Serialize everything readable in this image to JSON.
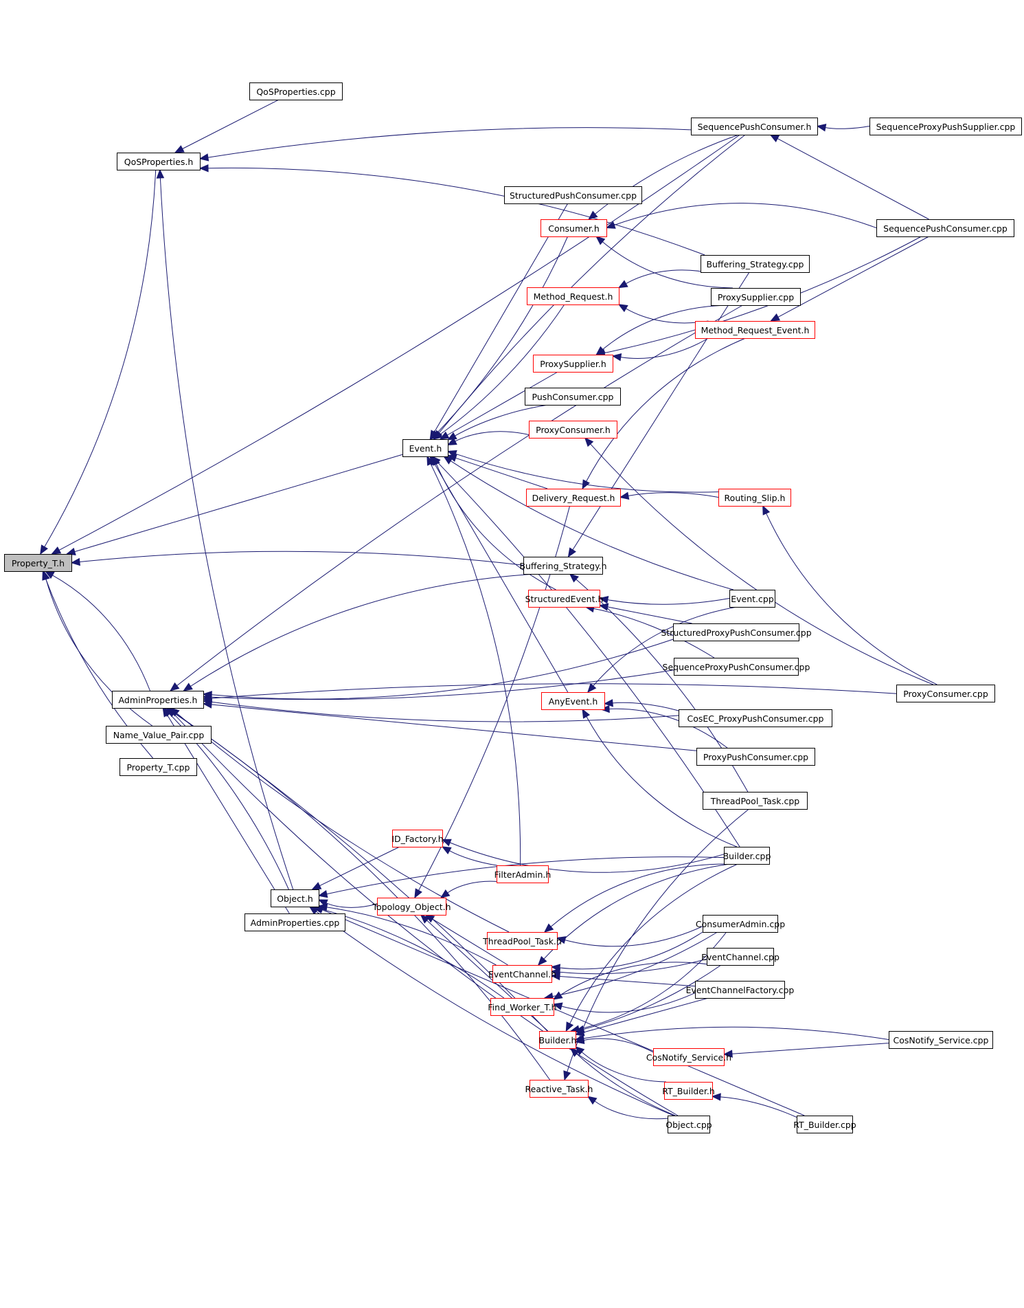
{
  "graph": {
    "title": "Property_T.h include dependency graph",
    "root": "Property_T.h",
    "colors": {
      "edge": "#191970",
      "root_fill": "#bfbfbf",
      "node_border": "#000000",
      "incomplete_border": "#ff0000"
    },
    "nodes": [
      {
        "id": "property_t_h",
        "label": "Property_T.h",
        "style": "root"
      },
      {
        "id": "qosproperties_cpp",
        "label": "QoSProperties.cpp",
        "style": "normal"
      },
      {
        "id": "qosproperties_h",
        "label": "QoSProperties.h",
        "style": "normal"
      },
      {
        "id": "sequencepushconsumer_h",
        "label": "SequencePushConsumer.h",
        "style": "normal"
      },
      {
        "id": "sequenceproxypushsupplier_cpp",
        "label": "SequenceProxyPushSupplier.cpp",
        "style": "normal"
      },
      {
        "id": "structuredpushconsumer_cpp",
        "label": "StructuredPushConsumer.cpp",
        "style": "normal"
      },
      {
        "id": "consumer_h",
        "label": "Consumer.h",
        "style": "red"
      },
      {
        "id": "sequencepushconsumer_cpp",
        "label": "SequencePushConsumer.cpp",
        "style": "normal"
      },
      {
        "id": "buffering_strategy_cpp",
        "label": "Buffering_Strategy.cpp",
        "style": "normal"
      },
      {
        "id": "method_request_h",
        "label": "Method_Request.h",
        "style": "red"
      },
      {
        "id": "proxysupplier_cpp",
        "label": "ProxySupplier.cpp",
        "style": "normal"
      },
      {
        "id": "method_request_event_h",
        "label": "Method_Request_Event.h",
        "style": "red"
      },
      {
        "id": "proxysupplier_h",
        "label": "ProxySupplier.h",
        "style": "red"
      },
      {
        "id": "pushconsumer_cpp",
        "label": "PushConsumer.cpp",
        "style": "normal"
      },
      {
        "id": "proxyconsumer_h",
        "label": "ProxyConsumer.h",
        "style": "red"
      },
      {
        "id": "event_h",
        "label": "Event.h",
        "style": "normal"
      },
      {
        "id": "delivery_request_h",
        "label": "Delivery_Request.h",
        "style": "red"
      },
      {
        "id": "routing_slip_h",
        "label": "Routing_Slip.h",
        "style": "red"
      },
      {
        "id": "buffering_strategy_h",
        "label": "Buffering_Strategy.h",
        "style": "normal"
      },
      {
        "id": "structuredevent_h",
        "label": "StructuredEvent.h",
        "style": "red"
      },
      {
        "id": "event_cpp",
        "label": "Event.cpp",
        "style": "normal"
      },
      {
        "id": "structuredproxypushconsumer_cpp",
        "label": "StructuredProxyPushConsumer.cpp",
        "style": "normal"
      },
      {
        "id": "sequenceproxypushconsumer_cpp",
        "label": "SequenceProxyPushConsumer.cpp",
        "style": "normal"
      },
      {
        "id": "proxyconsumer_cpp",
        "label": "ProxyConsumer.cpp",
        "style": "normal"
      },
      {
        "id": "adminproperties_h",
        "label": "AdminProperties.h",
        "style": "normal"
      },
      {
        "id": "anyevent_h",
        "label": "AnyEvent.h",
        "style": "red"
      },
      {
        "id": "cosec_proxypushconsumer_cpp",
        "label": "CosEC_ProxyPushConsumer.cpp",
        "style": "normal"
      },
      {
        "id": "name_value_pair_cpp",
        "label": "Name_Value_Pair.cpp",
        "style": "normal"
      },
      {
        "id": "proxypushconsumer_cpp",
        "label": "ProxyPushConsumer.cpp",
        "style": "normal"
      },
      {
        "id": "property_t_cpp",
        "label": "Property_T.cpp",
        "style": "normal"
      },
      {
        "id": "threadpool_task_cpp",
        "label": "ThreadPool_Task.cpp",
        "style": "normal"
      },
      {
        "id": "id_factory_h",
        "label": "ID_Factory.h",
        "style": "red"
      },
      {
        "id": "builder_cpp",
        "label": "Builder.cpp",
        "style": "normal"
      },
      {
        "id": "filteradmin_h",
        "label": "FilterAdmin.h",
        "style": "red"
      },
      {
        "id": "object_h",
        "label": "Object.h",
        "style": "normal"
      },
      {
        "id": "topology_object_h",
        "label": "Topology_Object.h",
        "style": "red"
      },
      {
        "id": "adminproperties_cpp",
        "label": "AdminProperties.cpp",
        "style": "normal"
      },
      {
        "id": "consumeradmin_cpp",
        "label": "ConsumerAdmin.cpp",
        "style": "normal"
      },
      {
        "id": "threadpool_task_h",
        "label": "ThreadPool_Task.h",
        "style": "red"
      },
      {
        "id": "eventchannel_cpp",
        "label": "EventChannel.cpp",
        "style": "normal"
      },
      {
        "id": "eventchannel_h",
        "label": "EventChannel.h",
        "style": "red"
      },
      {
        "id": "eventchannelfactory_cpp",
        "label": "EventChannelFactory.cpp",
        "style": "normal"
      },
      {
        "id": "find_worker_t_h",
        "label": "Find_Worker_T.h",
        "style": "red"
      },
      {
        "id": "builder_h",
        "label": "Builder.h",
        "style": "red"
      },
      {
        "id": "cosnotify_service_cpp",
        "label": "CosNotify_Service.cpp",
        "style": "normal"
      },
      {
        "id": "cosnotify_service_h",
        "label": "CosNotify_Service.h",
        "style": "red"
      },
      {
        "id": "rt_builder_h",
        "label": "RT_Builder.h",
        "style": "red"
      },
      {
        "id": "reactive_task_h",
        "label": "Reactive_Task.h",
        "style": "red"
      },
      {
        "id": "object_cpp",
        "label": "Object.cpp",
        "style": "normal"
      },
      {
        "id": "rt_builder_cpp",
        "label": "RT_Builder.cpp",
        "style": "normal"
      }
    ],
    "edges": [
      [
        "qosproperties_h",
        "property_t_h"
      ],
      [
        "sequencepushconsumer_h",
        "property_t_h"
      ],
      [
        "event_h",
        "property_t_h"
      ],
      [
        "buffering_strategy_h",
        "property_t_h"
      ],
      [
        "adminproperties_h",
        "property_t_h"
      ],
      [
        "name_value_pair_cpp",
        "property_t_h"
      ],
      [
        "property_t_cpp",
        "property_t_h"
      ],
      [
        "qosproperties_cpp",
        "qosproperties_h"
      ],
      [
        "sequencepushconsumer_h",
        "qosproperties_h"
      ],
      [
        "buffering_strategy_cpp",
        "qosproperties_h"
      ],
      [
        "object_h",
        "qosproperties_h"
      ],
      [
        "sequenceproxypushsupplier_cpp",
        "sequencepushconsumer_h"
      ],
      [
        "sequencepushconsumer_cpp",
        "sequencepushconsumer_h"
      ],
      [
        "sequencepushconsumer_h",
        "consumer_h"
      ],
      [
        "sequencepushconsumer_cpp",
        "consumer_h"
      ],
      [
        "proxysupplier_cpp",
        "consumer_h"
      ],
      [
        "consumer_h",
        "event_h"
      ],
      [
        "structuredpushconsumer_cpp",
        "event_h"
      ],
      [
        "sequencepushconsumer_h",
        "event_h"
      ],
      [
        "buffering_strategy_cpp",
        "method_request_h"
      ],
      [
        "method_request_event_h",
        "method_request_h"
      ],
      [
        "method_request_h",
        "event_h"
      ],
      [
        "sequencepushconsumer_cpp",
        "method_request_event_h"
      ],
      [
        "proxysupplier_cpp",
        "adminproperties_h"
      ],
      [
        "proxysupplier_cpp",
        "proxysupplier_h"
      ],
      [
        "method_request_event_h",
        "proxysupplier_h"
      ],
      [
        "sequencepushconsumer_cpp",
        "proxysupplier_h"
      ],
      [
        "proxysupplier_h",
        "event_h"
      ],
      [
        "pushconsumer_cpp",
        "event_h"
      ],
      [
        "proxyconsumer_h",
        "event_h"
      ],
      [
        "proxyconsumer_cpp",
        "proxyconsumer_h"
      ],
      [
        "routing_slip_h",
        "event_h"
      ],
      [
        "delivery_request_h",
        "event_h"
      ],
      [
        "routing_slip_h",
        "delivery_request_h"
      ],
      [
        "method_request_event_h",
        "delivery_request_h"
      ],
      [
        "proxyconsumer_cpp",
        "routing_slip_h"
      ],
      [
        "event_cpp",
        "event_h"
      ],
      [
        "buffering_strategy_cpp",
        "buffering_strategy_h"
      ],
      [
        "threadpool_task_cpp",
        "buffering_strategy_h"
      ],
      [
        "buffering_strategy_h",
        "adminproperties_h"
      ],
      [
        "structuredevent_h",
        "event_h"
      ],
      [
        "event_cpp",
        "structuredevent_h"
      ],
      [
        "structuredproxypushconsumer_cpp",
        "structuredevent_h"
      ],
      [
        "sequenceproxypushconsumer_cpp",
        "structuredevent_h"
      ],
      [
        "event_cpp",
        "anyevent_h"
      ],
      [
        "structuredproxypushconsumer_cpp",
        "adminproperties_h"
      ],
      [
        "sequenceproxypushconsumer_cpp",
        "adminproperties_h"
      ],
      [
        "anyevent_h",
        "event_h"
      ],
      [
        "cosec_proxypushconsumer_cpp",
        "anyevent_h"
      ],
      [
        "proxypushconsumer_cpp",
        "anyevent_h"
      ],
      [
        "builder_cpp",
        "anyevent_h"
      ],
      [
        "cosec_proxypushconsumer_cpp",
        "adminproperties_h"
      ],
      [
        "proxypushconsumer_cpp",
        "adminproperties_h"
      ],
      [
        "builder_cpp",
        "event_h"
      ],
      [
        "filteradmin_h",
        "event_h"
      ],
      [
        "builder_cpp",
        "id_factory_h"
      ],
      [
        "filteradmin_h",
        "id_factory_h"
      ],
      [
        "id_factory_h",
        "object_h"
      ],
      [
        "builder_cpp",
        "object_h"
      ],
      [
        "filteradmin_h",
        "topology_object_h"
      ],
      [
        "topology_object_h",
        "object_h"
      ],
      [
        "delivery_request_h",
        "topology_object_h"
      ],
      [
        "adminproperties_cpp",
        "adminproperties_h"
      ],
      [
        "object_h",
        "adminproperties_h"
      ],
      [
        "builder_cpp",
        "threadpool_task_h"
      ],
      [
        "consumeradmin_cpp",
        "threadpool_task_h"
      ],
      [
        "threadpool_task_h",
        "adminproperties_h"
      ],
      [
        "eventchannel_h",
        "topology_object_h"
      ],
      [
        "eventchannel_h",
        "object_h"
      ],
      [
        "builder_cpp",
        "eventchannel_h"
      ],
      [
        "consumeradmin_cpp",
        "eventchannel_h"
      ],
      [
        "eventchannel_cpp",
        "eventchannel_h"
      ],
      [
        "eventchannelfactory_cpp",
        "eventchannel_h"
      ],
      [
        "find_worker_t_h",
        "object_h"
      ],
      [
        "eventchannel_cpp",
        "find_worker_t_h"
      ],
      [
        "eventchannelfactory_cpp",
        "find_worker_t_h"
      ],
      [
        "consumeradmin_cpp",
        "find_worker_t_h"
      ],
      [
        "builder_h",
        "topology_object_h"
      ],
      [
        "builder_h",
        "adminproperties_h"
      ],
      [
        "builder_cpp",
        "builder_h"
      ],
      [
        "consumeradmin_cpp",
        "builder_h"
      ],
      [
        "eventchannel_cpp",
        "builder_h"
      ],
      [
        "eventchannelfactory_cpp",
        "builder_h"
      ],
      [
        "cosnotify_service_cpp",
        "builder_h"
      ],
      [
        "cosnotify_service_h",
        "builder_h"
      ],
      [
        "rt_builder_h",
        "builder_h"
      ],
      [
        "object_cpp",
        "builder_h"
      ],
      [
        "cosnotify_service_cpp",
        "cosnotify_service_h"
      ],
      [
        "rt_builder_cpp",
        "rt_builder_h"
      ],
      [
        "reactive_task_h",
        "adminproperties_h"
      ],
      [
        "object_cpp",
        "reactive_task_h"
      ],
      [
        "object_cpp",
        "object_h"
      ],
      [
        "rt_builder_cpp",
        "object_h"
      ],
      [
        "proxyconsumer_cpp",
        "adminproperties_h"
      ],
      [
        "threadpool_task_cpp",
        "reactive_task_h"
      ],
      [
        "object_cpp",
        "adminproperties_h"
      ]
    ]
  }
}
